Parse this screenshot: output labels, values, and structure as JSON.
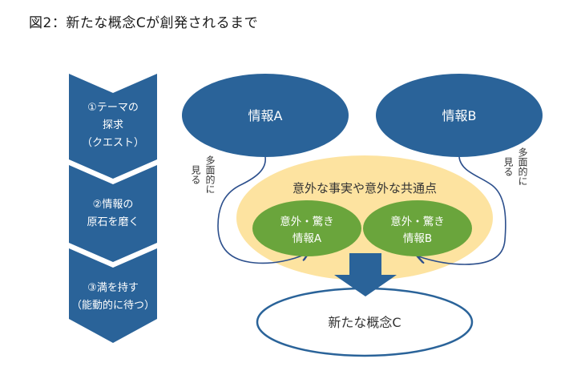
{
  "title": "図2：新たな概念Cが創発されるまで",
  "colors": {
    "navy": "#2a6399",
    "yellow": "#fde3a0",
    "green": "#6aa53c",
    "curve": "#2c4f8c",
    "text_dark": "#333333"
  },
  "steps": [
    {
      "lines": [
        "①テーマの",
        "探求",
        "（クエスト）"
      ]
    },
    {
      "lines": [
        "②情報の",
        "原石を磨く"
      ]
    },
    {
      "lines": [
        "③満を持す",
        "（能動的に待つ）"
      ]
    }
  ],
  "info_a": "情報A",
  "info_b": "情報B",
  "multi_view_left": {
    "col1": "多面的に",
    "col2": "見る"
  },
  "multi_view_right": {
    "col1": "多面的に",
    "col2": "見る"
  },
  "common_label": "意外な事実や意外な共通点",
  "surprise_a": {
    "line1": "意外・驚き",
    "line2": "情報A"
  },
  "surprise_b": {
    "line1": "意外・驚き",
    "line2": "情報B"
  },
  "concept_c": "新たな概念C"
}
